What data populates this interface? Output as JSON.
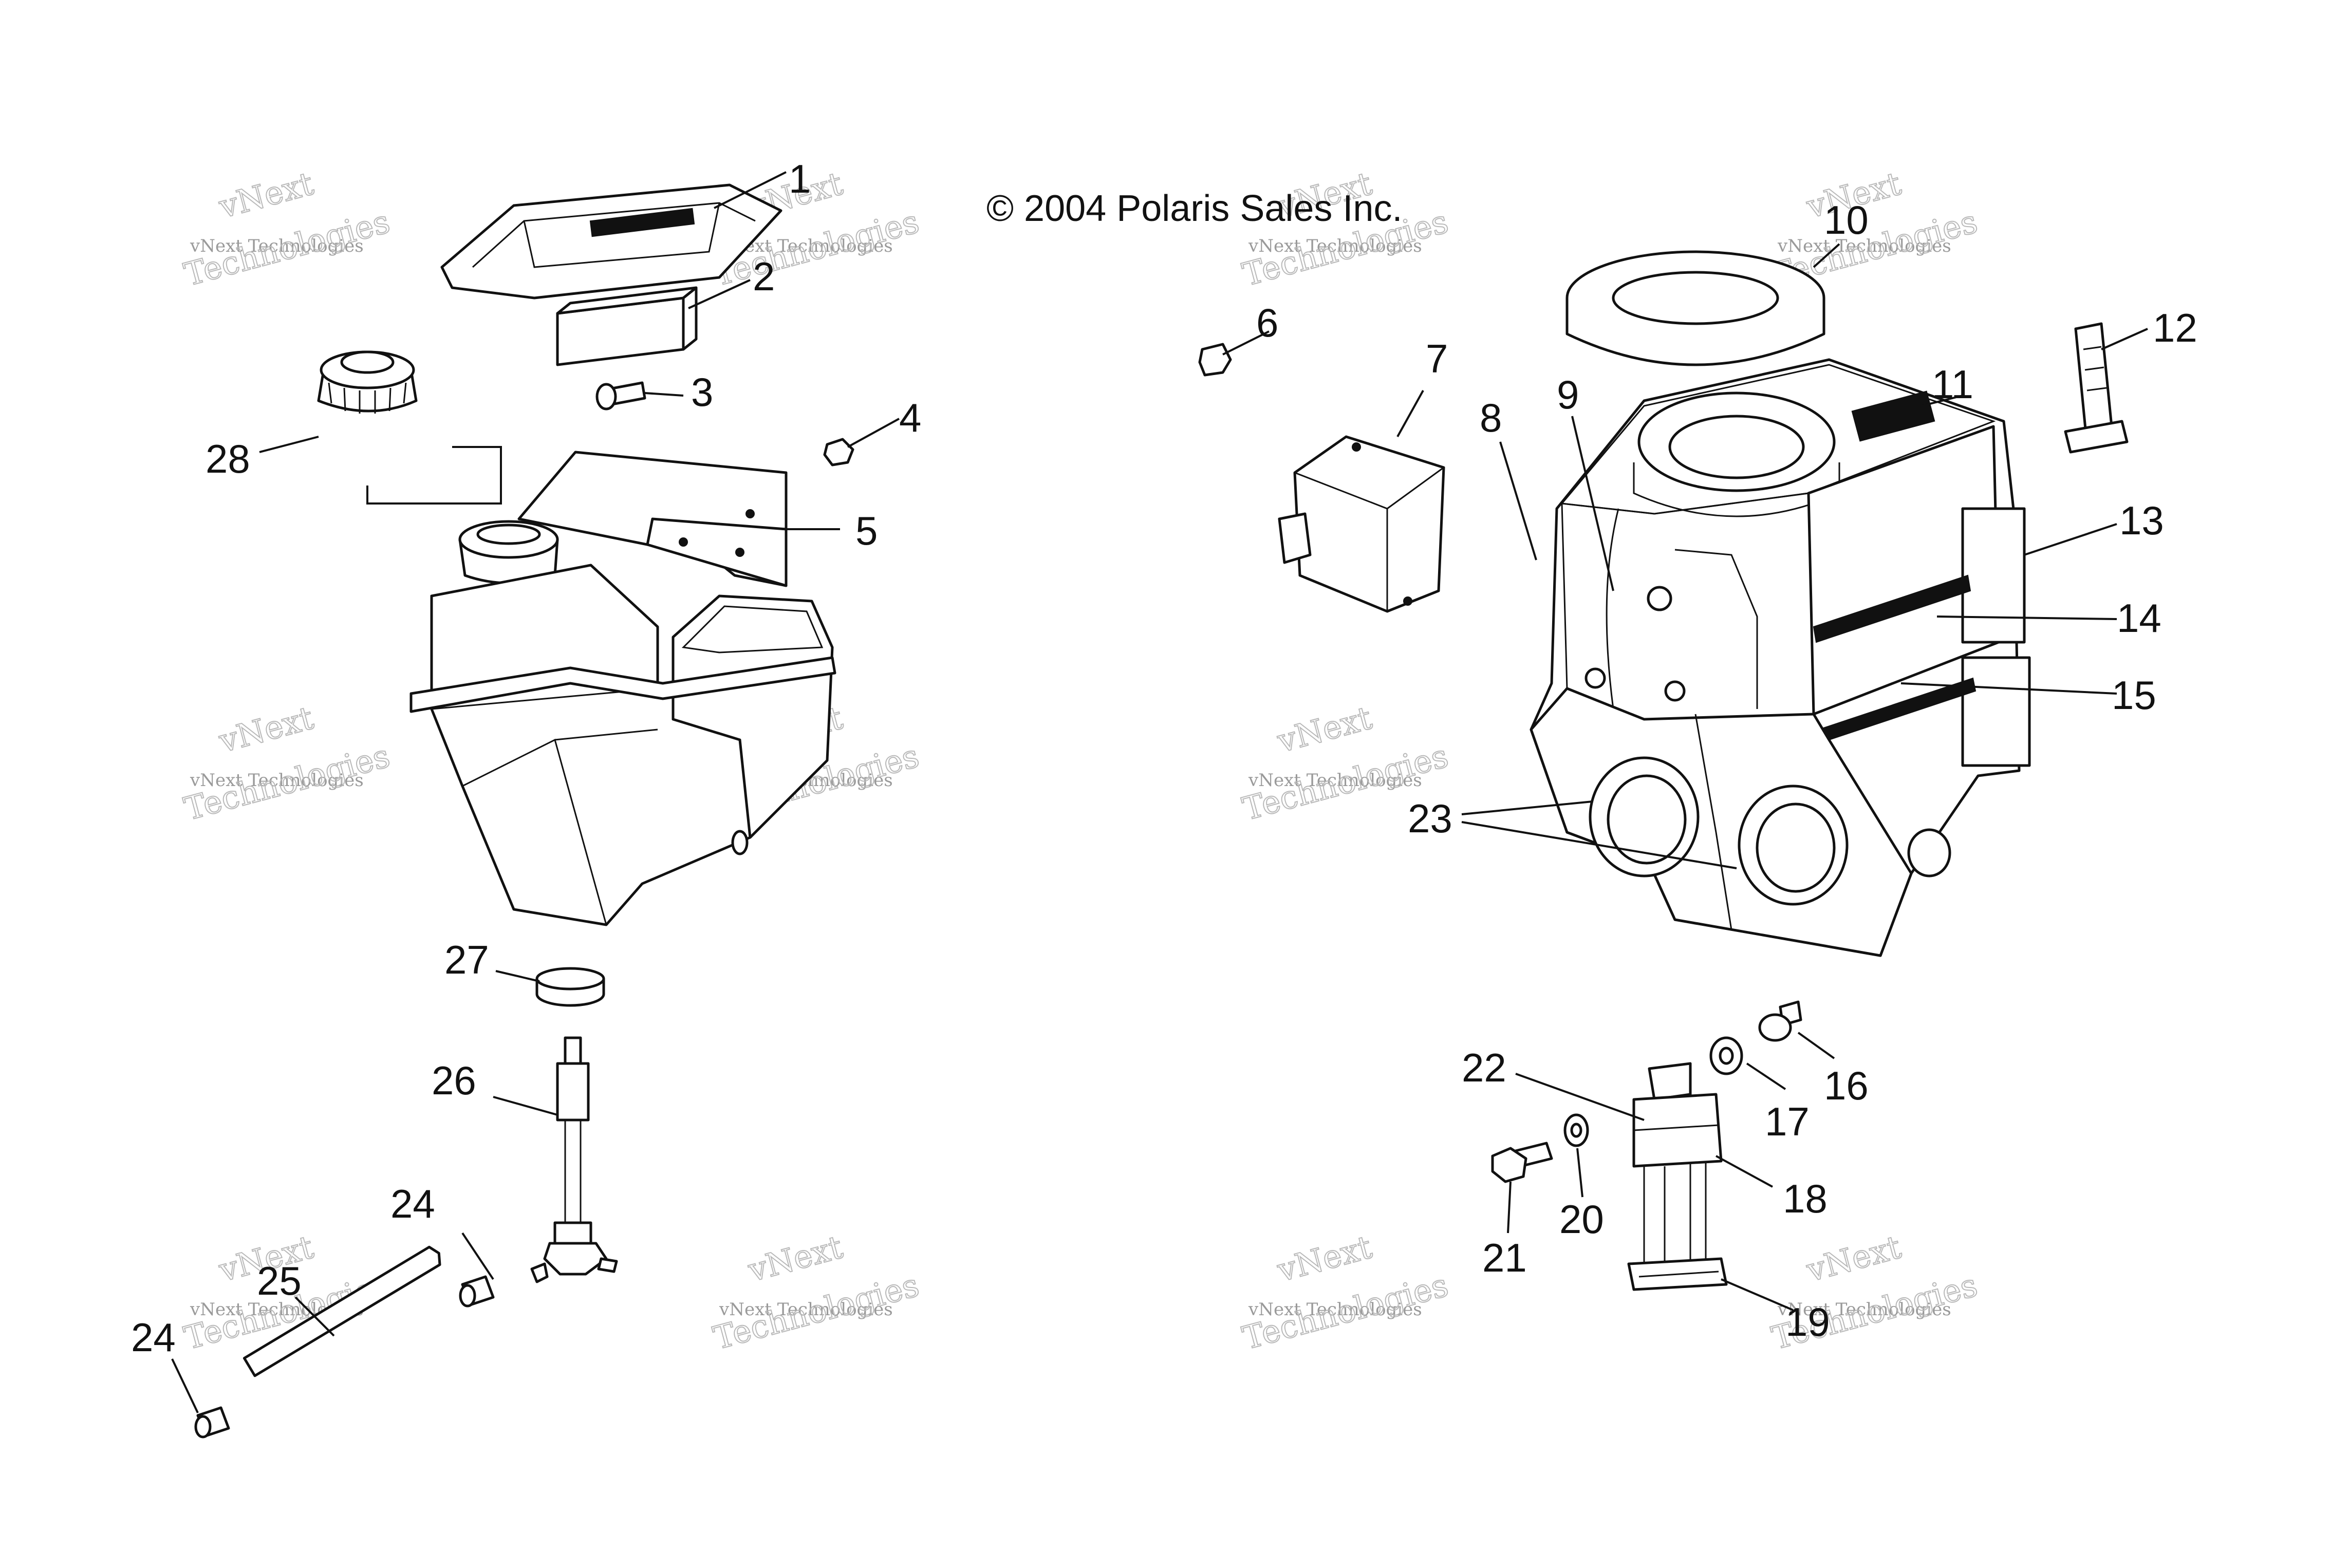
{
  "copyright": "© 2004 Polaris Sales Inc.",
  "watermark": {
    "line1": "vNext Technologies",
    "line2": "Technologies",
    "stamp": "vNext"
  },
  "callouts": [
    "1",
    "2",
    "3",
    "4",
    "5",
    "6",
    "7",
    "8",
    "9",
    "10",
    "11",
    "12",
    "13",
    "14",
    "15",
    "16",
    "17",
    "18",
    "19",
    "20",
    "21",
    "22",
    "23",
    "24",
    "25",
    "26",
    "27",
    "28"
  ],
  "colors": {
    "ink": "#111111",
    "background": "#ffffff",
    "watermark": "#9a9a9a"
  }
}
